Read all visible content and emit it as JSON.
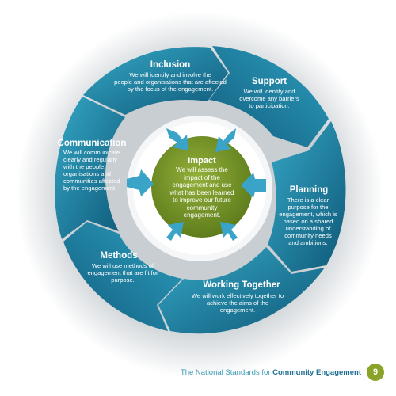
{
  "center": {
    "title": "Impact",
    "lines": [
      "We will assess the",
      "impact of the",
      "engagement and use",
      "what has been learned",
      "to improve our future",
      "community",
      "engagement."
    ]
  },
  "segments": [
    {
      "id": "inclusion",
      "title": "Inclusion",
      "lines": [
        "We will identify and involve the",
        "people and organisations that are affected",
        "by the focus of the engagement."
      ]
    },
    {
      "id": "support",
      "title": "Support",
      "lines": [
        "We will identify and",
        "overcome any barriers",
        "to participation."
      ]
    },
    {
      "id": "planning",
      "title": "Planning",
      "lines": [
        "There is a clear",
        "purpose for the",
        "engagement, which is",
        "based on a shared",
        "understanding of",
        "community needs",
        "and ambitions."
      ]
    },
    {
      "id": "working-together",
      "title": "Working Together",
      "lines": [
        "We will work effectively together to",
        "achieve the aims of the",
        "engagement."
      ]
    },
    {
      "id": "methods",
      "title": "Methods",
      "lines": [
        "We will use methods of",
        "engagement that are fit for",
        "purpose."
      ]
    },
    {
      "id": "communication",
      "title": "Communication",
      "lines": [
        "We will communicate",
        "clearly and regularly",
        "with the people,",
        "organisations and",
        "communities affected",
        "by the engagement."
      ]
    }
  ],
  "footer": {
    "prefix": "The National Standards for ",
    "emphasis": "Community Engagement",
    "page_number": "9"
  },
  "colors": {
    "segment_light": "#2fa0c0",
    "segment_dark": "#0f5878",
    "center": "#7d9c2c",
    "arrow": "#3aa3c8",
    "page_badge": "#8aa329"
  }
}
